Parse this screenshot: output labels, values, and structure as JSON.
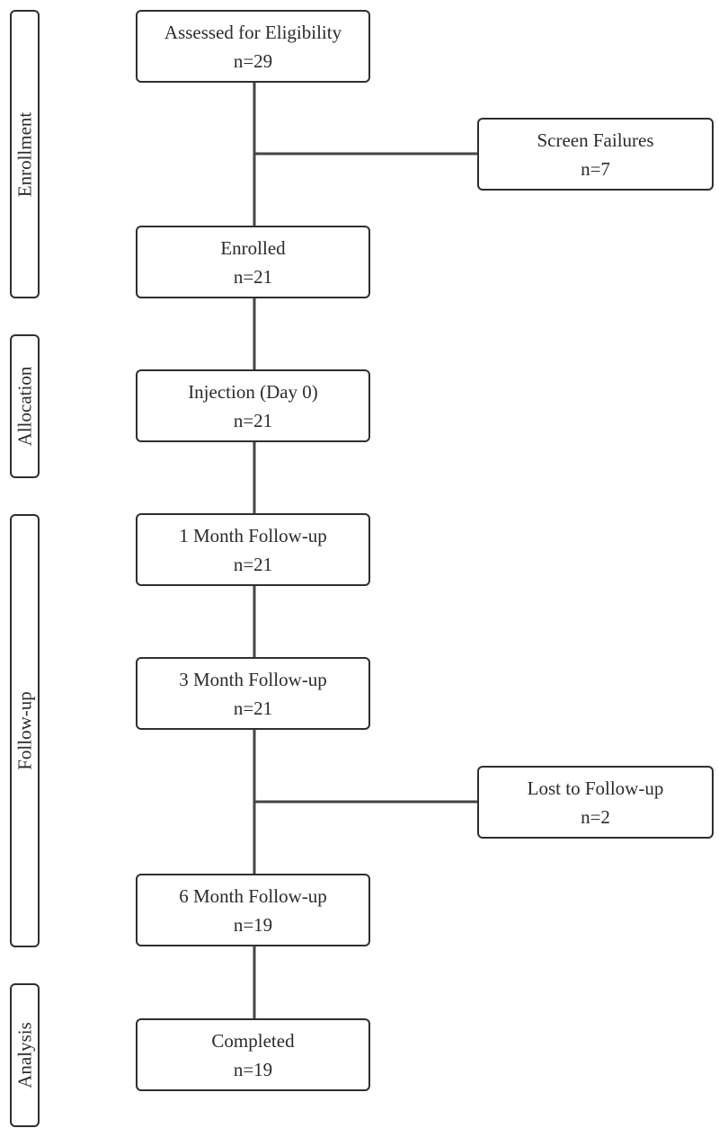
{
  "stages": [
    {
      "label": "Enrollment"
    },
    {
      "label": "Allocation"
    },
    {
      "label": "Follow-up"
    },
    {
      "label": "Analysis"
    }
  ],
  "boxes": {
    "assessed": {
      "title": "Assessed for Eligibility",
      "count": "n=29"
    },
    "screen_fail": {
      "title": "Screen Failures",
      "count": "n=7"
    },
    "enrolled": {
      "title": "Enrolled",
      "count": "n=21"
    },
    "injection": {
      "title": "Injection (Day 0)",
      "count": "n=21"
    },
    "month1": {
      "title": "1 Month Follow-up",
      "count": "n=21"
    },
    "month3": {
      "title": "3 Month Follow-up",
      "count": "n=21"
    },
    "lost": {
      "title": "Lost to Follow-up",
      "count": "n=2"
    },
    "month6": {
      "title": "6 Month Follow-up",
      "count": "n=19"
    },
    "completed": {
      "title": "Completed",
      "count": "n=19"
    }
  },
  "colors": {
    "line": "#444444",
    "border": "#2f2f2f",
    "text": "#2b2b2b"
  }
}
